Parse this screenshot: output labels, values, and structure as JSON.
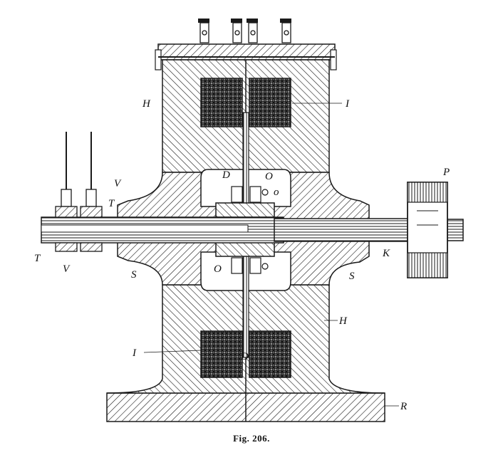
{
  "labels": {
    "h_top": "H",
    "i_top": "I",
    "d_top": "D",
    "o_top": "O",
    "o_top_small": "o",
    "v_top": "V",
    "t_top": "T",
    "p": "P",
    "t_left": "T",
    "v_left": "V",
    "s_left": "S",
    "s_right": "S",
    "k": "K",
    "o_bot": "O",
    "h_right": "H",
    "i_bot": "I",
    "d_bot": "D",
    "r": "R"
  },
  "caption": "Fig. 206.",
  "colors": {
    "ink": "#1a1a1a",
    "paper": "#ffffff",
    "coil": "#3a3a3a"
  }
}
